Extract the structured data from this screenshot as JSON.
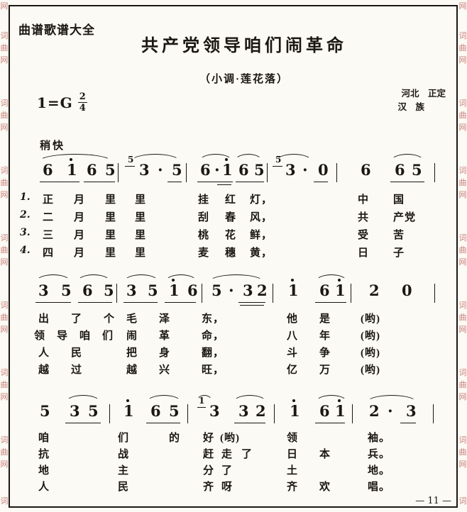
{
  "meta": {
    "site_label": "曲谱歌谱大全",
    "title": "共产党领导咱们闹革命",
    "subtitle": "（小调·莲花落）",
    "key_signature": "1=G",
    "meter_numerator": "2",
    "meter_denominator": "4",
    "origin_region": "河北　正定",
    "origin_ethnic": "汉　族",
    "tempo": "稍快",
    "page_number": "— 11 —",
    "watermark_text": "词曲网"
  },
  "score": {
    "systems": [
      {
        "notes": [
          {
            "t": "6"
          },
          {
            "t": "1",
            "hi": true
          },
          {
            "t": "6"
          },
          {
            "t": "5"
          },
          {
            "t": "5",
            "grace": true
          },
          {
            "t": "3"
          },
          {
            "t": "·"
          },
          {
            "t": "5"
          },
          {
            "t": "6"
          },
          {
            "t": "·"
          },
          {
            "t": "1",
            "hi": true
          },
          {
            "t": "6"
          },
          {
            "t": "5"
          },
          {
            "t": "5",
            "grace": true
          },
          {
            "t": "3"
          },
          {
            "t": "·"
          },
          {
            "t": "0"
          },
          {
            "t": "6"
          },
          {
            "t": "6"
          },
          {
            "t": "5"
          }
        ],
        "verse_numbers": [
          "1.",
          "2.",
          "3.",
          "4."
        ],
        "lyrics": [
          [
            "正",
            "月",
            "里",
            "里",
            "挂",
            "红",
            "灯，",
            "中",
            "国"
          ],
          [
            "二",
            "月",
            "里",
            "里",
            "刮",
            "春",
            "风，",
            "共",
            "产党"
          ],
          [
            "三",
            "月",
            "里",
            "里",
            "桃",
            "花",
            "鲜，",
            "受",
            "苦"
          ],
          [
            "四",
            "月",
            "里",
            "里",
            "麦",
            "穗",
            "黄，",
            "日",
            "子"
          ]
        ]
      },
      {
        "notes": [
          {
            "t": "3"
          },
          {
            "t": "5"
          },
          {
            "t": "6"
          },
          {
            "t": "5"
          },
          {
            "t": "3"
          },
          {
            "t": "5"
          },
          {
            "t": "1",
            "hi": true
          },
          {
            "t": "6"
          },
          {
            "t": "5"
          },
          {
            "t": "·"
          },
          {
            "t": "3"
          },
          {
            "t": "2"
          },
          {
            "t": "1",
            "hi": true
          },
          {
            "t": "6"
          },
          {
            "t": "1",
            "hi": true
          },
          {
            "t": "2"
          },
          {
            "t": "0"
          }
        ],
        "lyrics": [
          [
            "出",
            "了",
            "个",
            "毛",
            "泽",
            "东，",
            "他",
            "是",
            "(哟)"
          ],
          [
            "领",
            "导",
            "咱",
            "们",
            "闹",
            "革",
            "命，",
            "八",
            "年",
            "(哟)"
          ],
          [
            "人",
            "民",
            "把",
            "身",
            "翻，",
            "斗",
            "争",
            "(哟)"
          ],
          [
            "越",
            "过",
            "越",
            "兴",
            "旺，",
            "亿",
            "万",
            "(哟)"
          ]
        ]
      },
      {
        "notes": [
          {
            "t": "5"
          },
          {
            "t": "3"
          },
          {
            "t": "5"
          },
          {
            "t": "1",
            "hi": true
          },
          {
            "t": "6"
          },
          {
            "t": "5"
          },
          {
            "t": "1",
            "grace": true
          },
          {
            "t": "3"
          },
          {
            "t": "3"
          },
          {
            "t": "2"
          },
          {
            "t": "1",
            "hi": true
          },
          {
            "t": "6"
          },
          {
            "t": "1",
            "hi": true
          },
          {
            "t": "2"
          },
          {
            "t": "·"
          },
          {
            "t": "3"
          }
        ],
        "lyrics": [
          [
            "咱",
            "们",
            "的",
            "好",
            "(哟)",
            "领",
            "袖。"
          ],
          [
            "抗",
            "战",
            "赶",
            "走",
            "了",
            "日",
            "本",
            "兵。"
          ],
          [
            "地",
            "主",
            "分",
            "了",
            "土",
            "地。"
          ],
          [
            "人",
            "民",
            "齐",
            "呀",
            "齐",
            "欢",
            "唱。"
          ]
        ]
      }
    ]
  }
}
